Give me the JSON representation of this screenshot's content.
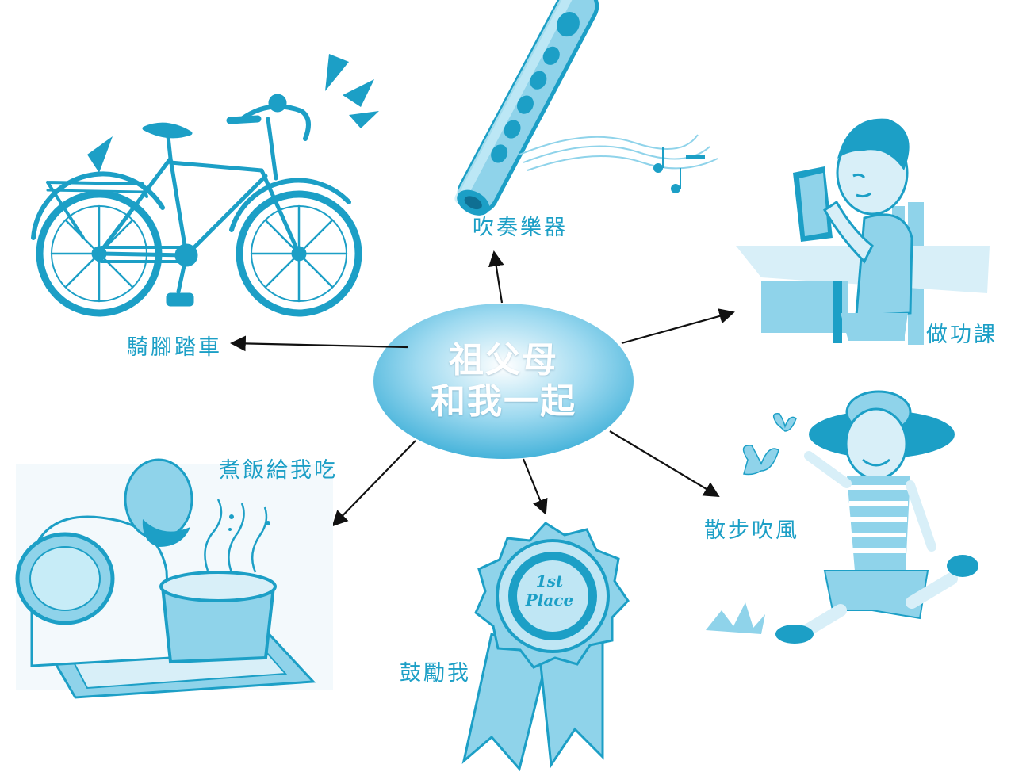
{
  "center": {
    "line1": "祖父母",
    "line2": "和我一起"
  },
  "activities": {
    "bike": "騎腳踏車",
    "flute": "吹奏樂器",
    "homework": "做功課",
    "cook": "煮飯給我吃",
    "encourage": "鼓勵我",
    "walk": "散步吹風"
  },
  "ribbon": {
    "line1": "1st",
    "line2": "Place"
  },
  "colors": {
    "primary": "#1c9fc6",
    "light": "#8fd3ea",
    "pale": "#d8eff8",
    "arrow": "#111111"
  }
}
